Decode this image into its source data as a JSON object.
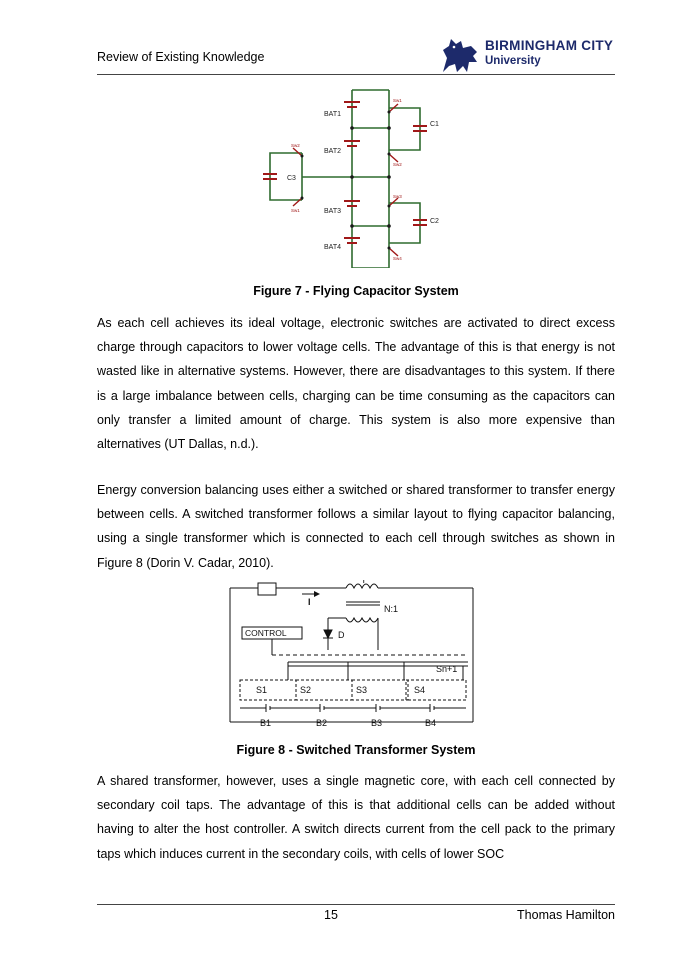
{
  "header": {
    "title": "Review of Existing Knowledge",
    "logo_name": "BIRMINGHAM CITY",
    "logo_sub": "University"
  },
  "figure7": {
    "caption": "Figure 7 - Flying Capacitor System",
    "labels": {
      "bat1": "BAT1",
      "bat2": "BAT2",
      "bat3": "BAT3",
      "bat4": "BAT4",
      "c1": "C1",
      "c2": "C2",
      "c3": "C3",
      "sw1": "Sw1",
      "sw2": "Sw2",
      "sw3": "Sw3",
      "sw4": "Sw4",
      "swl2": "Sw2",
      "swl1": "Sw1"
    }
  },
  "paragraphs": {
    "p1": "As each cell achieves its ideal voltage, electronic switches are activated to direct excess charge through capacitors to lower voltage cells. The advantage of this is that energy is not wasted like in alternative systems. However, there are disadvantages to this system. If there is a large imbalance between cells, charging can be time consuming as the capacitors can only transfer a limited amount of charge. This system is also more expensive than alternatives (UT Dallas, n.d.).",
    "p2": "Energy conversion balancing uses either a switched or shared transformer to transfer energy between cells. A switched transformer follows a similar layout to flying capacitor balancing, using a single transformer which is connected to each cell through switches as shown in Figure 8 (Dorin V. Cadar, 2010).",
    "p3": "A shared transformer, however, uses a single magnetic core, with each cell connected by secondary coil taps. The advantage of this is that additional cells can be added without having to alter the host controller. A switch directs current from the cell pack to the primary taps which induces current in the secondary coils, with cells of lower SOC"
  },
  "figure8": {
    "caption": "Figure 8 - Switched Transformer System",
    "labels": {
      "i": "I",
      "t": "T",
      "n": "N:1",
      "control": "CONTROL",
      "d": "D",
      "snp1": "Sn+1",
      "s1": "S1",
      "s2": "S2",
      "s3": "S3",
      "s4": "S4",
      "b1": "B1",
      "b2": "B2",
      "b3": "B3",
      "b4": "B4"
    }
  },
  "footer": {
    "page_number": "15",
    "author": "Thomas Hamilton"
  },
  "colors": {
    "wire_green": "#2f6b2f",
    "capacitor_red": "#a01818",
    "brand_navy": "#1d2a6b"
  }
}
